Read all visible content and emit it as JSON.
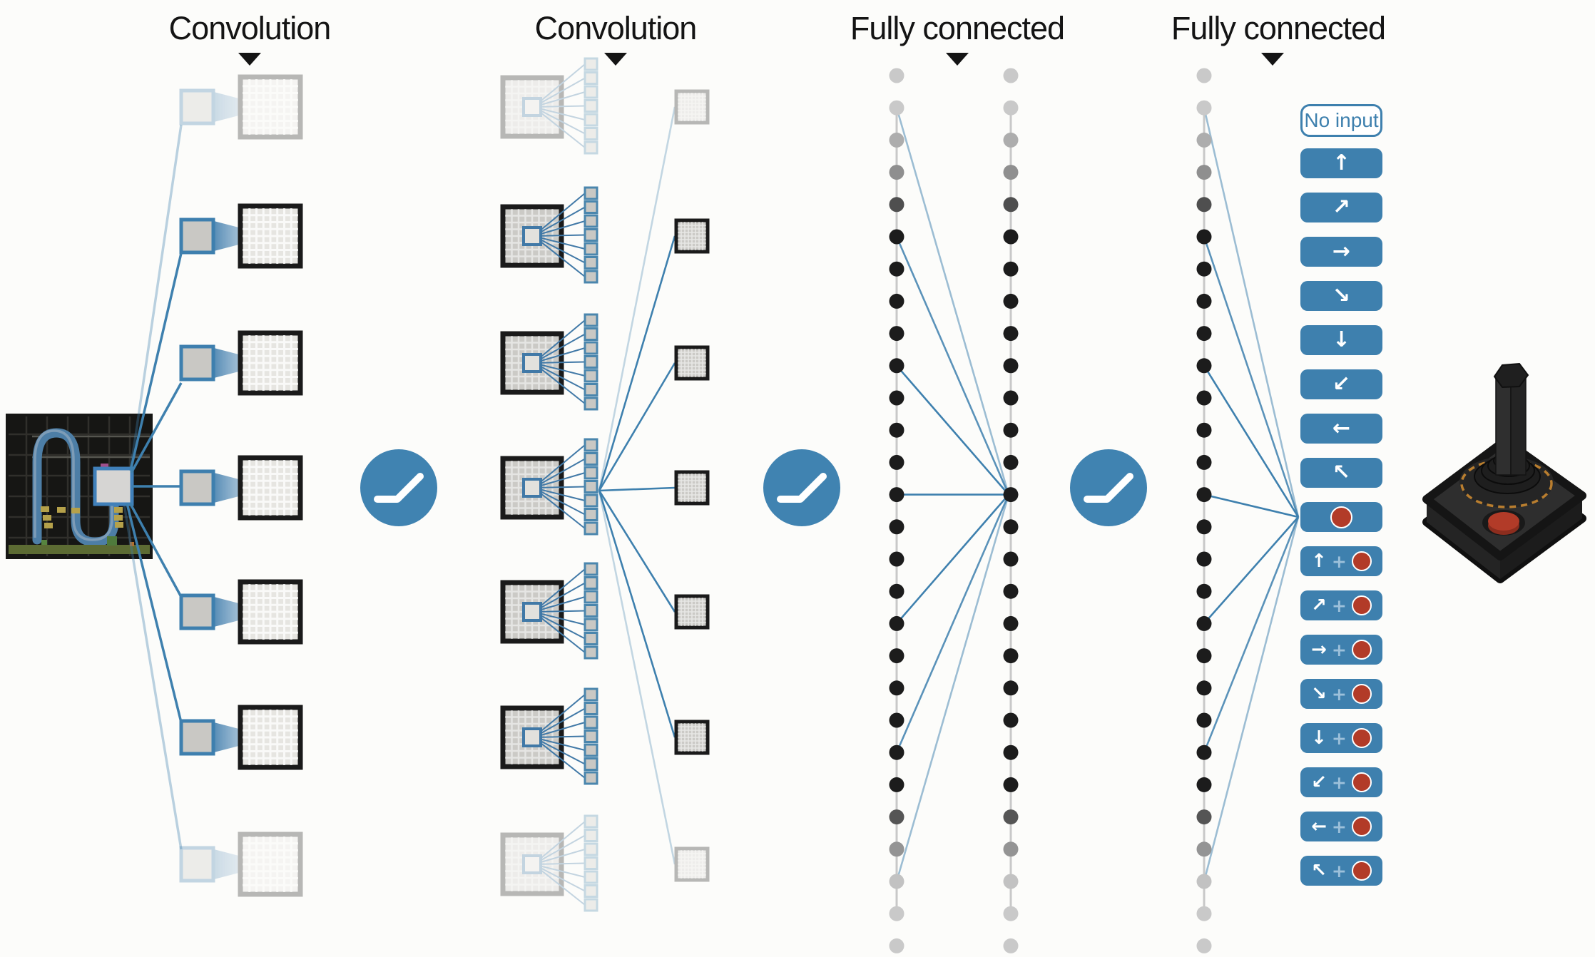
{
  "title": "Deep Q-network schematic: convolutions, fully connected layers and joystick action outputs",
  "labels": {
    "conv1": "Convolution",
    "conv2": "Convolution",
    "fc1": "Fully connected",
    "fc2": "Fully connected"
  },
  "network": {
    "input": {
      "description": "Atari game screen with highlighted receptive-field patch"
    },
    "conv1": {
      "feature_maps": 7,
      "faded_rows": [
        0,
        6
      ]
    },
    "conv2": {
      "feature_maps": 7,
      "filters_per_stack": 7,
      "output_maps": 7,
      "faded_rows": [
        0,
        6
      ]
    },
    "fc1": {
      "columns": 2,
      "dots_per_column": 28,
      "fan_source_dots": [
        1,
        5,
        9,
        13,
        17,
        21,
        25
      ],
      "convergence_dot": 13
    },
    "fc2": {
      "columns": 1,
      "dots_per_column": 28,
      "fan_source_dots": [
        1,
        5,
        9,
        13,
        17,
        21,
        25
      ]
    },
    "activation": "relu"
  },
  "plus_sign": "+",
  "actions": [
    {
      "id": "no-input",
      "label": "No input",
      "style": "outline"
    },
    {
      "id": "up",
      "arrow": "↑"
    },
    {
      "id": "up-right",
      "arrow": "↗"
    },
    {
      "id": "right",
      "arrow": "→"
    },
    {
      "id": "down-right",
      "arrow": "↘"
    },
    {
      "id": "down",
      "arrow": "↓"
    },
    {
      "id": "down-left",
      "arrow": "↙"
    },
    {
      "id": "left",
      "arrow": "←"
    },
    {
      "id": "up-left",
      "arrow": "↖"
    },
    {
      "id": "fire",
      "fire": true
    },
    {
      "id": "up-fire",
      "arrow": "↑",
      "fire": true
    },
    {
      "id": "up-right-fire",
      "arrow": "↗",
      "fire": true
    },
    {
      "id": "right-fire",
      "arrow": "→",
      "fire": true
    },
    {
      "id": "down-right-fire",
      "arrow": "↘",
      "fire": true
    },
    {
      "id": "down-fire",
      "arrow": "↓",
      "fire": true
    },
    {
      "id": "down-left-fire",
      "arrow": "↙",
      "fire": true
    },
    {
      "id": "left-fire",
      "arrow": "←",
      "fire": true
    },
    {
      "id": "up-left-fire",
      "arrow": "↖",
      "fire": true
    }
  ],
  "icons": {
    "relu": "relu-activation-icon",
    "triangle": "down-triangle-icon",
    "fire": "fire-button-icon",
    "joystick": "atari-joystick-icon"
  },
  "colors": {
    "accent_blue": "#3e80ae",
    "light_blue": "#a9c6dc",
    "fire_red": "#b23b28",
    "label_text": "#141414",
    "map_border": "#1a1a1a",
    "map_fill_light": "#e6e5e1",
    "map_fill_mid": "#cbcac6",
    "patch_fill": "#c9c8c4",
    "dot_black": "#1c1c1c",
    "dot_gray": "#c9c9c9",
    "game_bg": "#161614",
    "game_path": "#4d7ea6",
    "game_ground": "#5c6b33",
    "joystick_body": "#2b2b2b",
    "joystick_ring": "#b97e2f"
  }
}
